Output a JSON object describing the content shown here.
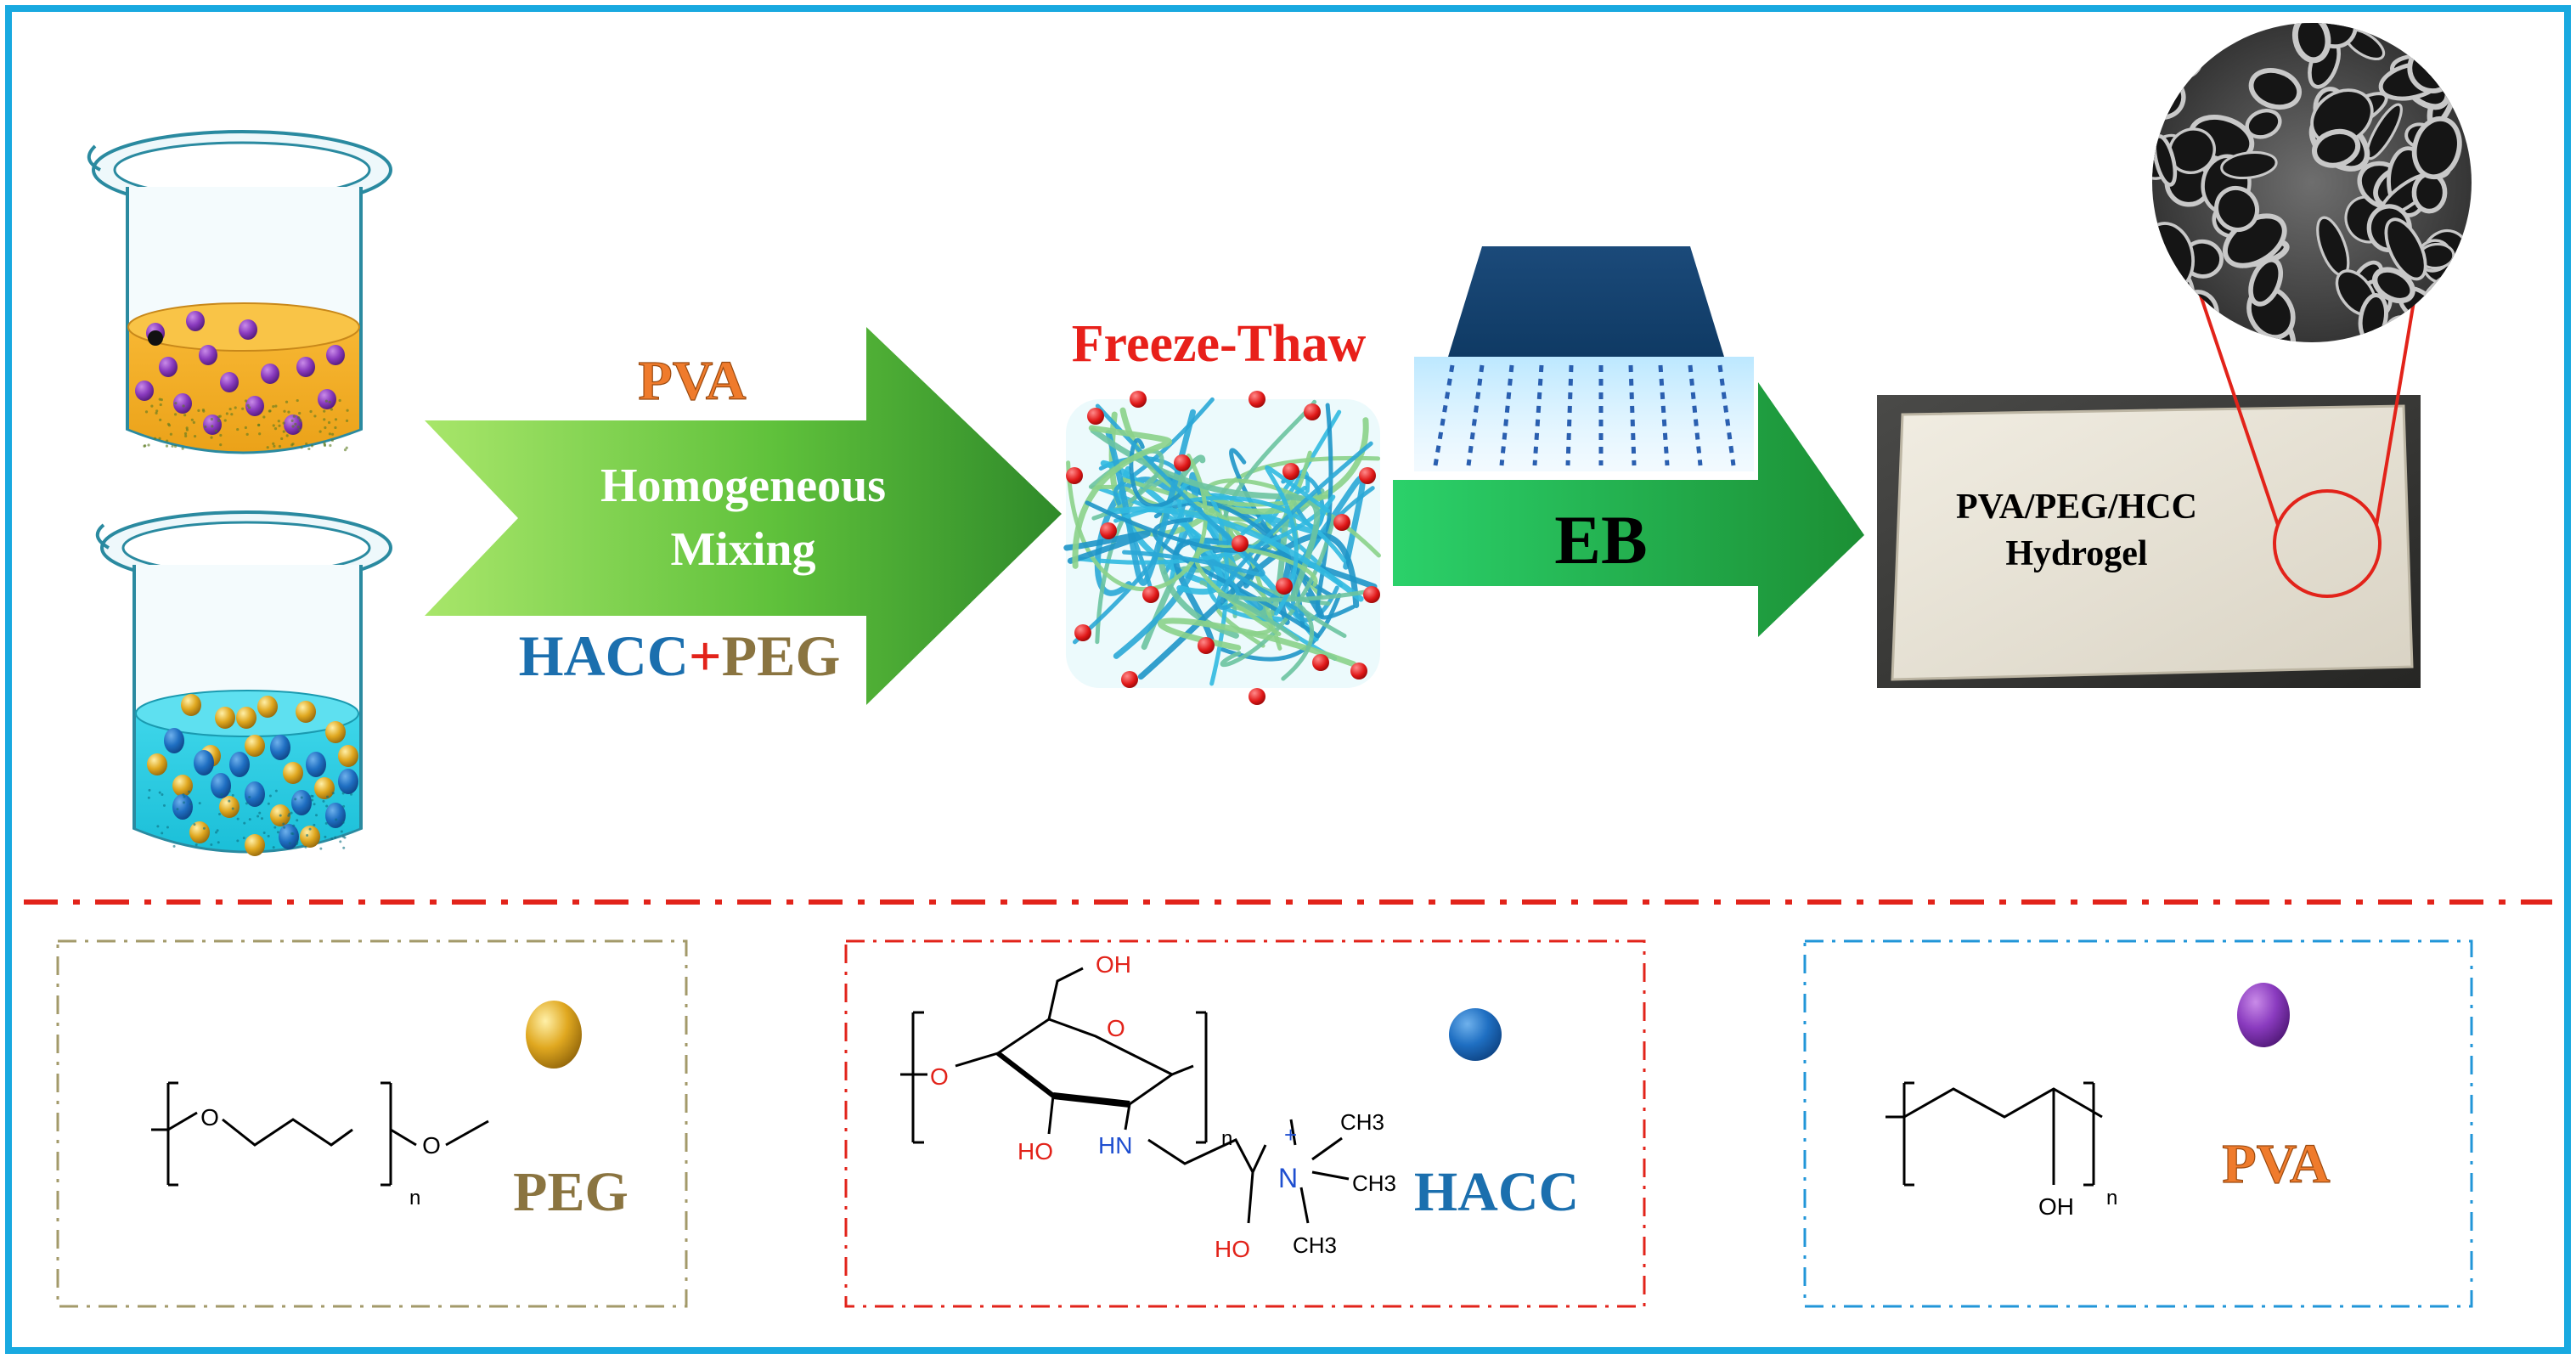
{
  "process": {
    "arrow1": {
      "top_label": "PVA",
      "middle_label_line1": "Homogeneous",
      "middle_label_line2": "Mixing",
      "bottom_label_part1": "HACC",
      "bottom_label_plus": "+",
      "bottom_label_part2": "PEG"
    },
    "freeze_thaw_label": "Freeze-Thaw",
    "eb_label": "EB",
    "product_label_line1": "PVA/PEG/HCC",
    "product_label_line2": "Hydrogel"
  },
  "legend": {
    "peg": {
      "name": "PEG",
      "n": "n",
      "o1": "O",
      "o2": "O",
      "color": "#8a7440"
    },
    "hacc": {
      "name": "HACC",
      "n": "n",
      "oh_top": "OH",
      "o_ring": "O",
      "o_left": "O",
      "ho_left": "HO",
      "hn": "HN",
      "ho_bottom": "HO",
      "n_plus": "N",
      "plus": "+",
      "ch3_1": "CH3",
      "ch3_2": "CH3",
      "ch3_3": "CH3",
      "color": "#1b6fae"
    },
    "pva": {
      "name": "PVA",
      "n": "n",
      "oh": "OH",
      "color": "#ef7b2c"
    }
  },
  "colors": {
    "frame": "#19a9e0",
    "separator": "#e2231a",
    "peg_box": "#a39a6a",
    "hacc_box": "#e2231a",
    "pva_box": "#2196d8",
    "freeze_thaw": "#e8201a",
    "pva_text": "#ef7b2c",
    "hacc_text": "#1b6fae",
    "plus": "#e2231a",
    "peg_text": "#8a7440",
    "peg_bead": "#d9a21a",
    "hacc_bead": "#1e6fc4",
    "pva_bead": "#7e2fb0"
  }
}
